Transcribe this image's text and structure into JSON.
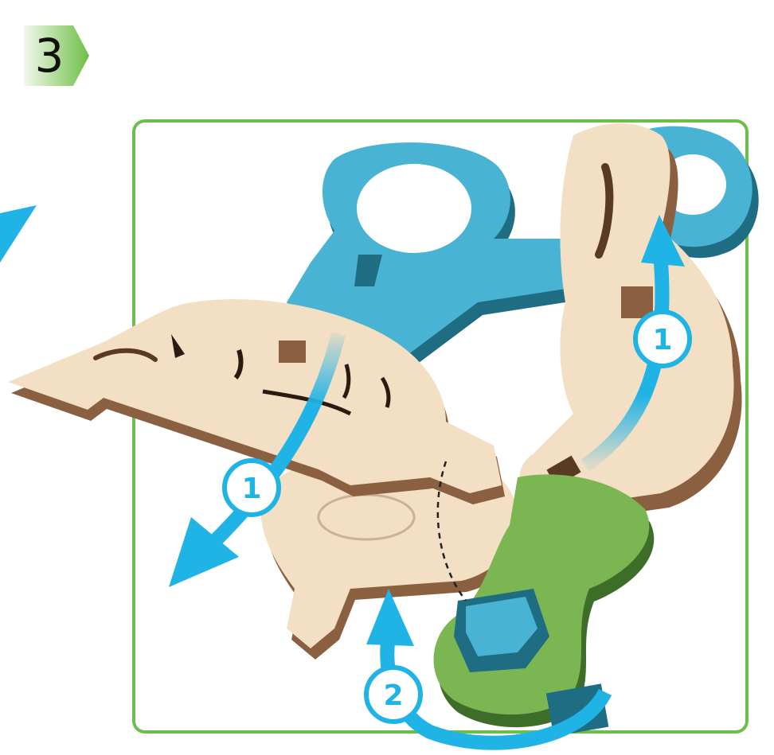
{
  "step": {
    "number": "3"
  },
  "badges": [
    {
      "id": "arrow-1-right",
      "label": "1"
    },
    {
      "id": "arrow-1-left",
      "label": "1"
    },
    {
      "id": "arrow-2-bottom",
      "label": "2"
    }
  ],
  "colors": {
    "frame": "#6cbf4a",
    "step_gradient_start": "#f2f9ec",
    "step_gradient_end": "#6fbe47",
    "arrow": "#1fb3e6",
    "badge_fill": "#ffffff",
    "wood": "#f2dfc4",
    "wood_edge": "#8a6040",
    "blue_part": "#49b3d3",
    "blue_edge": "#1f6d83",
    "green_part": "#7bb653",
    "green_edge": "#3e6d2a"
  }
}
